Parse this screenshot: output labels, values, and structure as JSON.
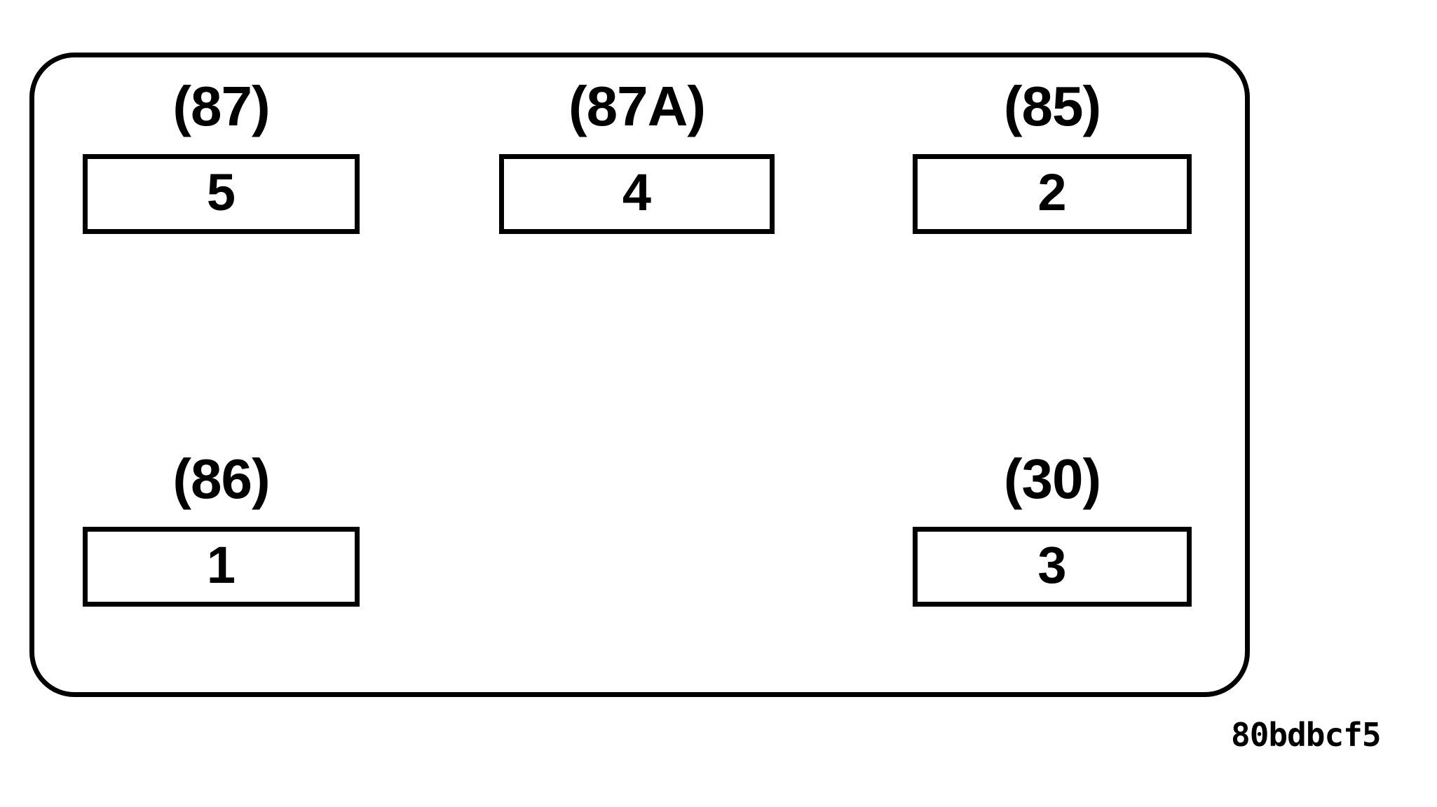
{
  "diagram": {
    "kind": "relay-terminal-pinout",
    "body": {
      "shape": "rounded-rectangle",
      "stroke_color": "#000000",
      "fill_color": "#ffffff"
    },
    "terminals": [
      {
        "id": "t-87",
        "label": "(87)",
        "number": "5",
        "row": "top",
        "column": "left"
      },
      {
        "id": "t-87a",
        "label": "(87A)",
        "number": "4",
        "row": "top",
        "column": "center"
      },
      {
        "id": "t-85",
        "label": "(85)",
        "number": "2",
        "row": "top",
        "column": "right"
      },
      {
        "id": "t-86",
        "label": "(86)",
        "number": "1",
        "row": "bottom",
        "column": "left"
      },
      {
        "id": "t-30",
        "label": "(30)",
        "number": "3",
        "row": "bottom",
        "column": "right"
      }
    ],
    "figure_reference": "80bdbcf5"
  }
}
